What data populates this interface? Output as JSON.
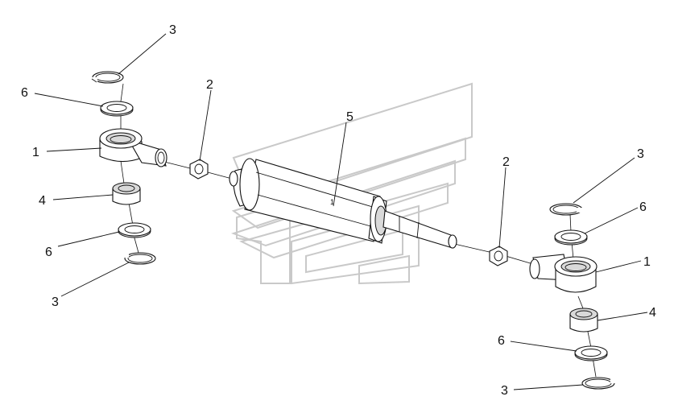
{
  "callouts": {
    "c1": "1",
    "c2": "1",
    "c3": "2",
    "c4": "2",
    "c5": "3",
    "c6": "3",
    "c7": "3",
    "c8": "3",
    "c9": "4",
    "c10": "4",
    "c11": "5",
    "c12": "6",
    "c13": "6",
    "c14": "6",
    "c15": "6"
  }
}
